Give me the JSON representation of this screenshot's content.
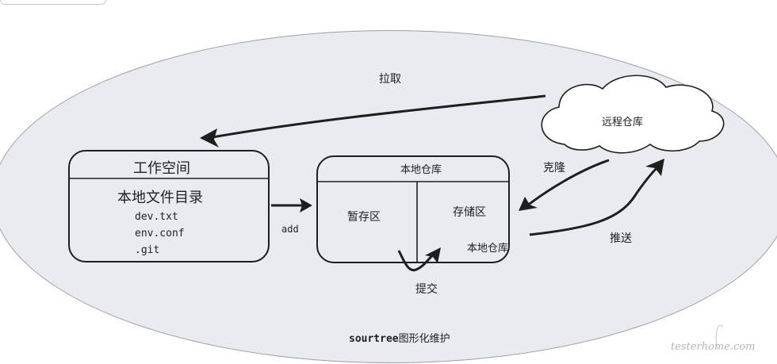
{
  "labels": {
    "pull": "拉取",
    "remote_repo": "远程仓库",
    "clone": "克隆",
    "push": "推送",
    "add": "add",
    "commit": "提交",
    "caption_prefix": "sourtree",
    "caption_suffix": "图形化维护",
    "watermark": "testerhome.com"
  },
  "workspace": {
    "title": "工作空间",
    "dir_title": "本地文件目录",
    "files": [
      "dev.txt",
      "env.conf",
      ".git"
    ]
  },
  "local_repo": {
    "title": "本地仓库",
    "staging": "暂存区",
    "storage": "存储区",
    "local_repo_label": "本地仓库"
  }
}
